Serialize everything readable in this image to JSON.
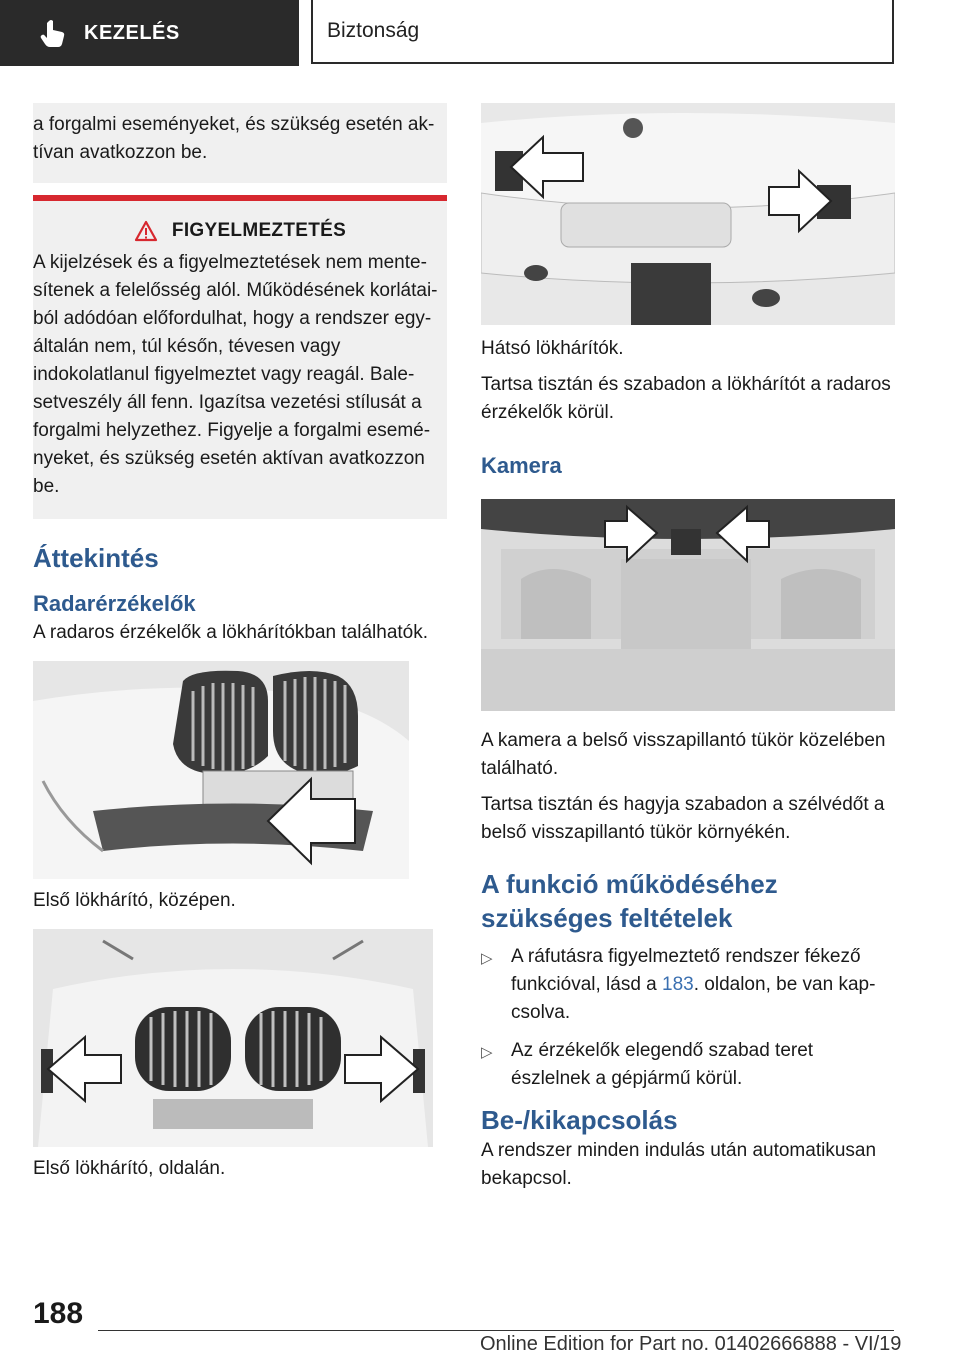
{
  "header": {
    "section": "KEZELÉS",
    "breadcrumb": "Biztonság"
  },
  "left": {
    "note_text": "a forgalmi eseményeket, és szükség esetén ak-tívan avatkozzon be.",
    "warning_title": "FIGYELMEZTETÉS",
    "warning_text": "A kijelzések és a figyelmeztetések nem mente-sítenek a felelősség alól. Működésének korlátai-ból adódóan előfordulhat, hogy a rendszer egy-általán nem, túl későn, tévesen vagy indokolatlanul figyelmeztet vagy reagál. Bale-setveszély áll fenn. Igazítsa vezetési stílusát a forgalmi helyzethez. Figyelje a forgalmi esemé-nyeket, és szükség esetén aktívan avatkozzon be.",
    "h_overview": "Áttekintés",
    "h_radar": "Radarérzékelők",
    "radar_text": "A radaros érzékelők a lökhárítókban találhatók.",
    "caption_front_center": "Első lökhárító, középen.",
    "caption_front_side": "Első lökhárító, oldalán."
  },
  "right": {
    "caption_rear": "Hátsó lökhárítók.",
    "rear_text": "Tartsa tisztán és szabadon a lökhárítót a radaros érzékelők körül.",
    "h_camera": "Kamera",
    "camera_text1": "A kamera a belső visszapillantó tükör közelében található.",
    "camera_text2": "Tartsa tisztán és hagyja szabadon a szélvédőt a belső visszapillantó tükör környékén.",
    "h_conditions": "A funkció működéséhez szükséges feltételek",
    "cond1_pre": "A ráfutásra figyelmeztető rendszer fékező funkcióval, lásd a ",
    "cond1_link": "183",
    "cond1_post": ". oldalon, be van kap-csolva.",
    "cond2": "Az érzékelők elegendő szabad teret észlelnek a gépjármű körül.",
    "h_onoff": "Be-/kikapcsolás",
    "onoff_text": "A rendszer minden indulás után automatikusan bekapcsol."
  },
  "footer": {
    "page_number": "188",
    "edition": "Online Edition for Part no. 01402666888 - VI/19"
  },
  "colors": {
    "heading": "#2e5a8e",
    "warning_bar": "#d7282f",
    "header_bg": "#2a2a2a",
    "link": "#3a6fb0"
  }
}
